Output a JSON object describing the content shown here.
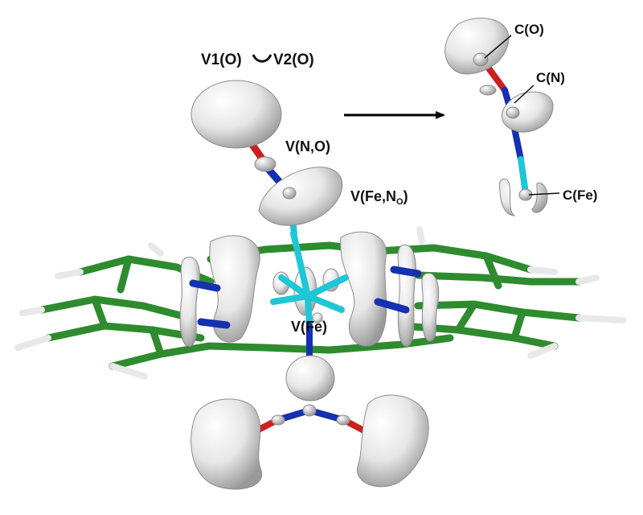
{
  "labels": {
    "v1": "V1(O)",
    "v2": "V2(O)",
    "vno": "V(N,O)",
    "vfe_n_main": "V(Fe,N",
    "vfe_n_sub": "O",
    "vfe_n_close": ")",
    "vfe": "V(Fe)",
    "co": "C(O)",
    "cn": "C(N)",
    "cfe": "C(Fe)"
  },
  "colors": {
    "carbon_bond": "#2e8b2e",
    "nitrogen": "#1530b0",
    "oxygen": "#cc1f1f",
    "iron_bond": "#1fc6d6",
    "hydrogen": "#e8e8e8",
    "basin": "#e6e6e6",
    "basin_edge": "#8c8c8c",
    "arrow": "#000000"
  }
}
